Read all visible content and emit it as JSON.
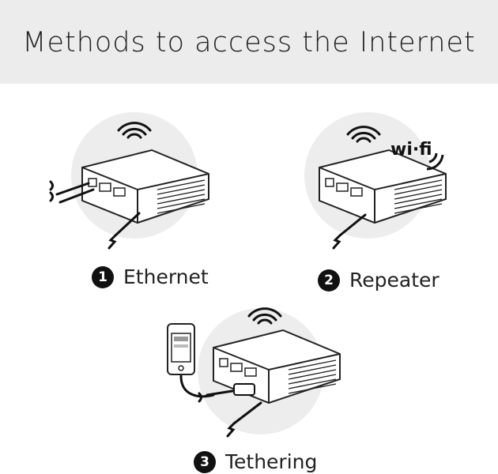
{
  "header": {
    "title": "Methods to access the Internet"
  },
  "methods": [
    {
      "number": "1",
      "label": "Ethernet"
    },
    {
      "number": "2",
      "label": "Repeater"
    },
    {
      "number": "3",
      "label": "Tethering"
    }
  ],
  "wifi_logo": "wi·fi"
}
